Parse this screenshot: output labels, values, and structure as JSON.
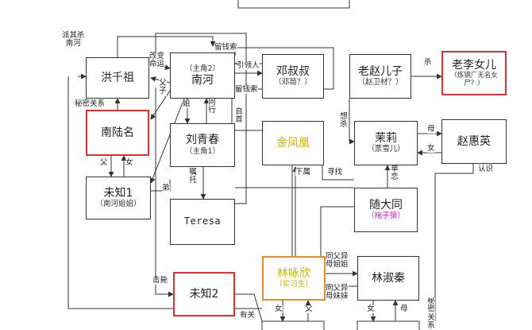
{
  "nodes": {
    "hong_qianzu": {
      "title": "洪千祖",
      "subtitle": ""
    },
    "nan_he": {
      "title": "南河",
      "subtitle": "（主角2）"
    },
    "deng_shushu": {
      "title": "邓叔叔",
      "subtitle": "（邓局？）"
    },
    "lao_zhao_erzi": {
      "title": "老赵儿子",
      "subtitle": "（赵卫材？）"
    },
    "lao_li_nuer": {
      "title": "老李女儿",
      "subtitle": "（炼钢厂无名女尸？）"
    },
    "nan_luming": {
      "title": "南陆名",
      "subtitle": ""
    },
    "liu_qingchun": {
      "title": "刘青春",
      "subtitle": "（主角1）"
    },
    "jin_fenghuang": {
      "title": "金凤凰",
      "subtitle": ""
    },
    "mo_li": {
      "title": "茉莉",
      "subtitle": "（票雪儿）"
    },
    "zhao_huiying": {
      "title": "赵惠英",
      "subtitle": ""
    },
    "weizhi1": {
      "title": "未知1",
      "subtitle": "（南河姐姐）"
    },
    "teresa": {
      "title": "Teresa",
      "subtitle": ""
    },
    "sui_datong": {
      "title": "随大同",
      "subtitle": "（拖子猿）"
    },
    "weizhi2": {
      "title": "未知2",
      "subtitle": ""
    },
    "lin_yongxin": {
      "title": "林咏欣",
      "subtitle": "（实习生）"
    },
    "lin_shuqin": {
      "title": "林淑秦",
      "subtitle": ""
    }
  },
  "edge_labels": {
    "paiqisha_nanhe": "派其杀\n南河",
    "gaibian_mingyun": "改变\n命运",
    "liu_qian_suo_1": "留钱索",
    "yinling_ren": "引领人",
    "liu_qian_suo_2": "留钱索",
    "mimi_guanxi": "秘密关系",
    "fuzi": "父子",
    "jie": "姐",
    "tong_hang": "同行",
    "zi_shou": "自首",
    "sha_1": "杀",
    "xiang_sha": "想杀",
    "mu": "母",
    "nu_1": "女",
    "fu_1": "父",
    "nu_2": "女",
    "di": "弟",
    "ren_shi": "认识",
    "zhu_tuo": "嘱托",
    "xia_shu": "下属",
    "xun_zhao": "寻找",
    "dan_lian": "单恋",
    "sha_2": "击毙",
    "tong_fu_yi_mu_jiejie": "同父异\n母姐姐",
    "tong_fu_yi_mu_meimei": "同父异\n母妹妹",
    "you_guan": "有关",
    "nu_3": "女",
    "fu_2": "父",
    "nu_4": "女",
    "mu_2": "母",
    "mimi_guanxi_2": "秘密关系"
  }
}
